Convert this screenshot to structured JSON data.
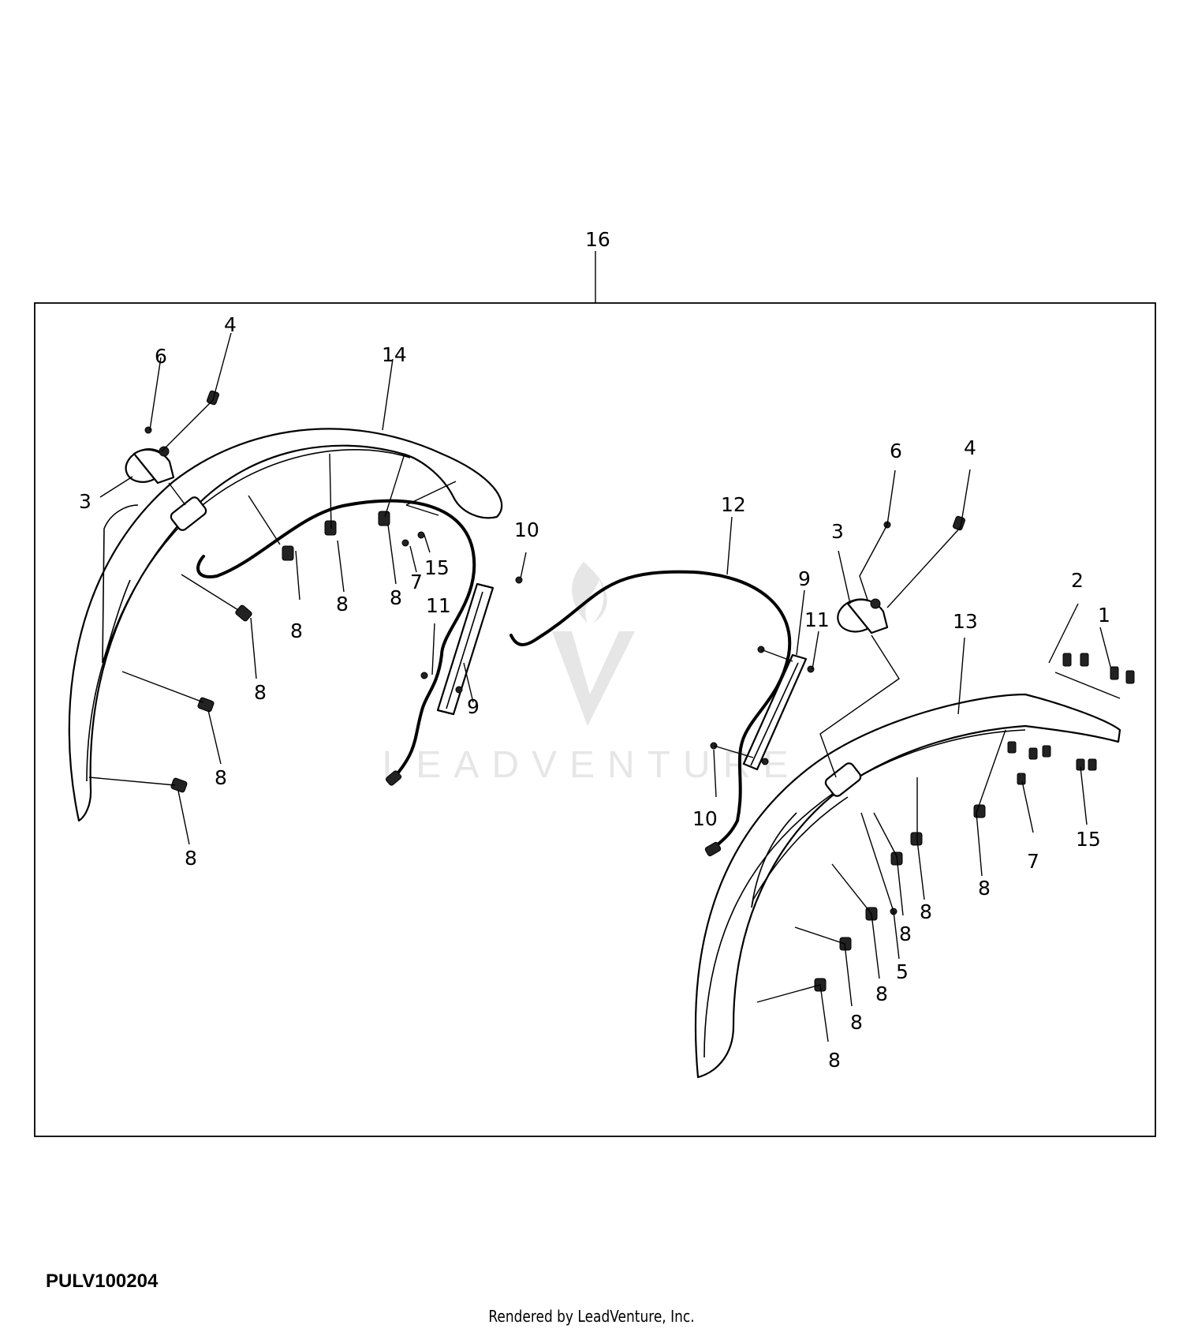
{
  "diagram": {
    "id": "PULV100204",
    "credit": "Rendered by LeadVenture, Inc.",
    "watermark": "LEADVENTURE",
    "callouts": {
      "c16": "16",
      "L4": "4",
      "L6": "6",
      "L14": "14",
      "L3": "3",
      "L8a": "8",
      "L8b": "8",
      "L8c": "8",
      "L8d": "8",
      "L8e": "8",
      "L8f": "8",
      "L7": "7",
      "L15": "15",
      "L11": "11",
      "L10": "10",
      "L9": "9",
      "M12": "12",
      "R6": "6",
      "R4": "4",
      "R3": "3",
      "R9": "9",
      "R11": "11",
      "R13": "13",
      "R2": "2",
      "R1": "1",
      "R10": "10",
      "R15": "15",
      "R7": "7",
      "R5": "5",
      "R8a": "8",
      "R8b": "8",
      "R8c": "8",
      "R8d": "8",
      "R8e": "8",
      "R8f": "8"
    }
  }
}
